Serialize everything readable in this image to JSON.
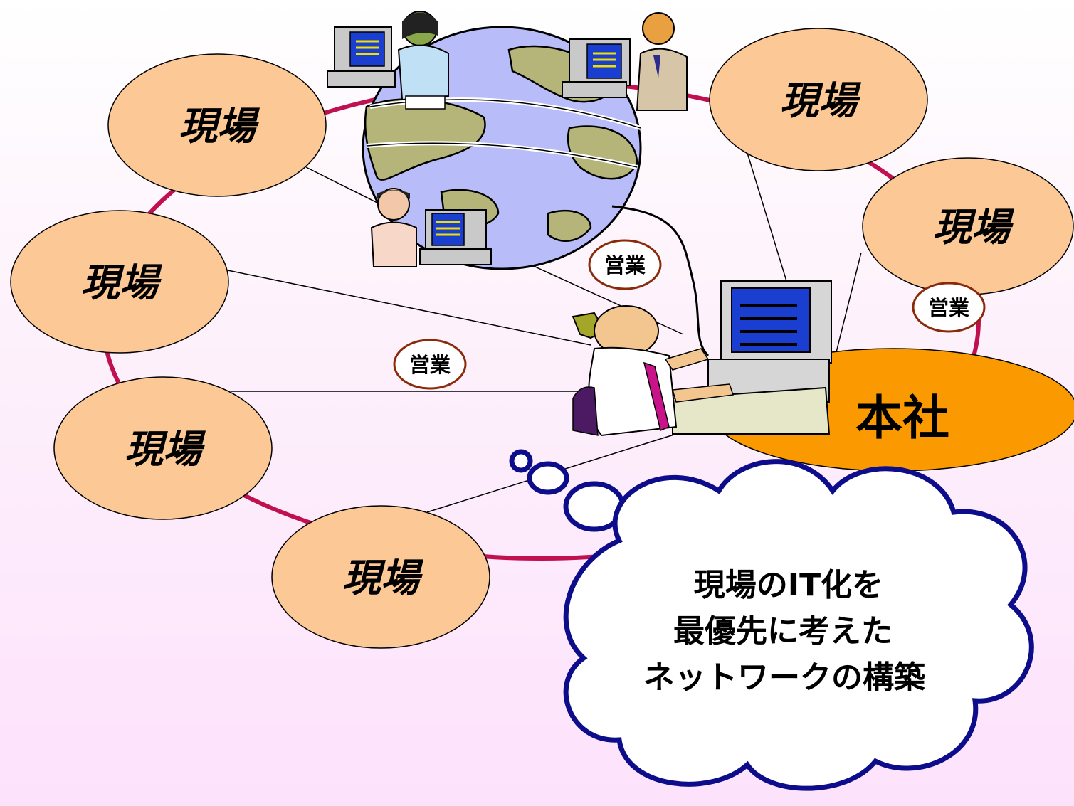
{
  "sites": [
    "現場",
    "現場",
    "現場",
    "現場",
    "現場",
    "現場"
  ],
  "sales": [
    "営業",
    "営業",
    "営業"
  ],
  "headquarters": "本社",
  "thought_bubble": {
    "line1": "現場のIT化を",
    "line2": "最優先に考えた",
    "line3": "ネットワークの構築"
  },
  "colors": {
    "ring": "#c0104f",
    "site_fill": "#fcc896",
    "hq_fill": "#fb9a00",
    "cloud_stroke": "#0d0d8c",
    "globe_ocean": "#b8bdfa",
    "globe_land": "#b5b57a"
  }
}
